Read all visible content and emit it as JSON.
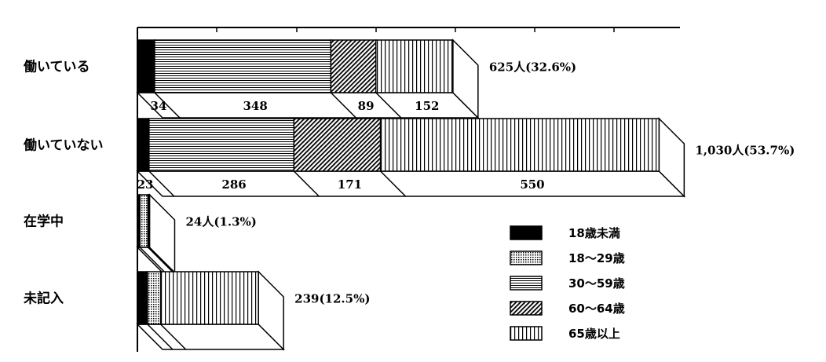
{
  "chart_data": {
    "type": "bar",
    "orientation": "horizontal",
    "stacked": true,
    "categories": [
      "働いている",
      "働いていない",
      "在学中",
      "未記入"
    ],
    "series": [
      {
        "name": "18歳未満",
        "values": [
          34,
          23,
          5,
          20
        ],
        "pattern": "solid"
      },
      {
        "name": "18～29歳",
        "values": [
          0,
          0,
          16,
          26
        ],
        "pattern": "dotted"
      },
      {
        "name": "30～59歳",
        "values": [
          348,
          286,
          1,
          0
        ],
        "pattern": "horizontal"
      },
      {
        "name": "60～64歳",
        "values": [
          89,
          171,
          1,
          0
        ],
        "pattern": "diagonal"
      },
      {
        "name": "65歳以上",
        "values": [
          152,
          550,
          1,
          193
        ],
        "pattern": "vertical"
      }
    ],
    "segment_labels": [
      [
        "34",
        "",
        "348",
        "89",
        "152"
      ],
      [
        "23",
        "",
        "286",
        "171",
        "550"
      ],
      [],
      []
    ],
    "totals": [
      "625人(32.6%)",
      "1,030人(53.7%)",
      "24人(1.3%)",
      "239(12.5%)"
    ],
    "legend": [
      "18歳未満",
      "18～29歳",
      "30～59歳",
      "60～64歳",
      "65歳以上"
    ],
    "legend_position": "lower-right",
    "colors": {
      "ink": "#000000",
      "paper": "#ffffff"
    }
  }
}
